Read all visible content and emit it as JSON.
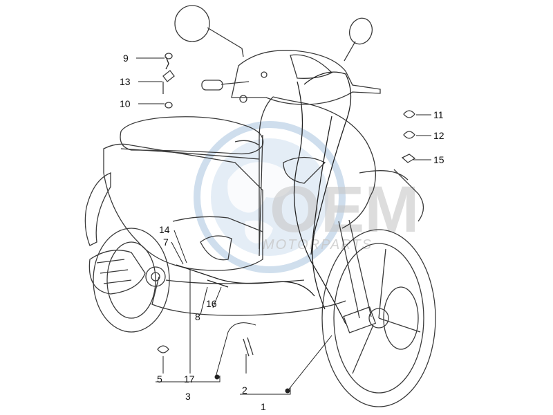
{
  "diagram": {
    "watermark": {
      "brand": "OEM",
      "tagline": "MOTORPARTS",
      "colors": {
        "globe": "#a9c4df",
        "text": "#c8c8c8"
      }
    },
    "part_labels": [
      {
        "id": "p9",
        "text": "9"
      },
      {
        "id": "p13",
        "text": "13"
      },
      {
        "id": "p10",
        "text": "10"
      },
      {
        "id": "p11",
        "text": "11"
      },
      {
        "id": "p12",
        "text": "12"
      },
      {
        "id": "p15",
        "text": "15"
      },
      {
        "id": "p14",
        "text": "14"
      },
      {
        "id": "p7",
        "text": "7"
      },
      {
        "id": "p8",
        "text": "8"
      },
      {
        "id": "p16",
        "text": "16"
      },
      {
        "id": "p5",
        "text": "5"
      },
      {
        "id": "p17",
        "text": "17"
      },
      {
        "id": "p3",
        "text": "3"
      },
      {
        "id": "p2",
        "text": "2"
      },
      {
        "id": "p1",
        "text": "1"
      }
    ],
    "colors": {
      "line": "#222222",
      "outline": "#3a3a3a",
      "fill": "#ffffff"
    }
  }
}
